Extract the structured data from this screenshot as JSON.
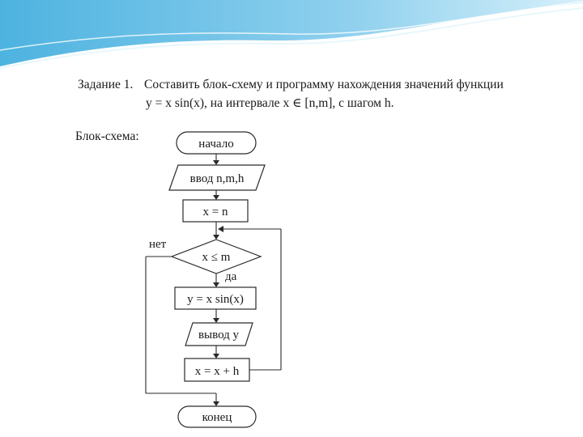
{
  "task": {
    "label": "Задание 1.",
    "line1": "Составить блок-схему и программу нахождения значений функции",
    "line2": "y = x sin(x), на интервале x ∈ [n,m], с шагом h."
  },
  "block_scheme_label": "Блок-схема:",
  "flowchart": {
    "start": "начало",
    "input": "ввод n,m,h",
    "init": "x = n",
    "condition": "x ≤ m",
    "no_label": "нет",
    "yes_label": "да",
    "compute": "y = x sin(x)",
    "output": "вывод y",
    "step": "x = x + h",
    "end": "конец"
  },
  "colors": {
    "wave_dark": "#3aa6d8",
    "wave_light": "#bfe6f6"
  }
}
